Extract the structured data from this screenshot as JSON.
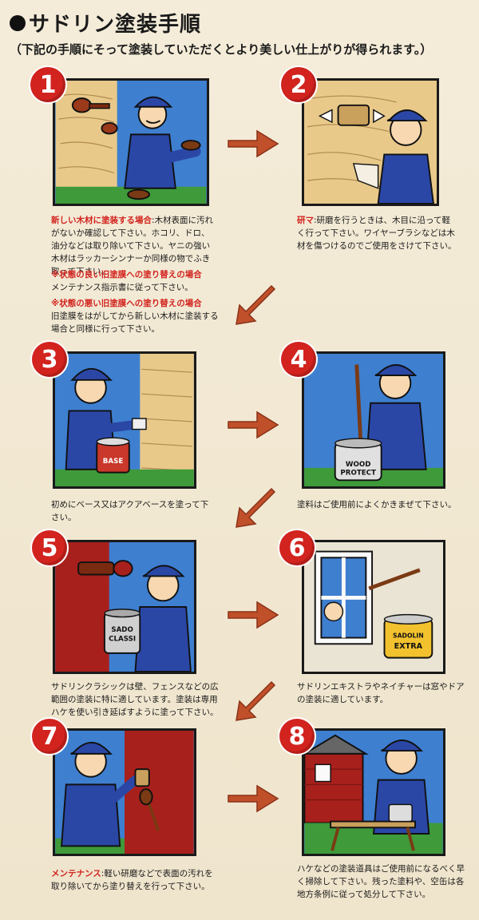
{
  "header": {
    "title": "サドリン塗装手順",
    "subtitle": "（下記の手順にそって塗装していただくとより美しい仕上がりが得られます。）"
  },
  "steps": [
    {
      "number": "1",
      "highlight": "新しい木材に塗装する場合",
      "text": ":木材表面に汚れがないか確認して下さい。ホコリ、ドロ、油分などは取り除いて下さい。ヤニの強い木材はラッカーシンナーか同様の物でふき取って下さい。",
      "notes": [
        {
          "title": "※状態の良い旧塗膜への塗り替えの場合",
          "text": "メンテナンス指示書に従って下さい。"
        },
        {
          "title": "※状態の悪い旧塗膜への塗り替えの場合",
          "text": "旧塗膜をはがしてから新しい木材に塗装する場合と同様に行って下さい。"
        }
      ]
    },
    {
      "number": "2",
      "highlight": "研マ",
      "text": ":研磨を行うときは、木目に沿って軽く行って下さい。ワイヤーブラシなどは木材を傷つけるのでご使用をさけて下さい。"
    },
    {
      "number": "3",
      "text": "初めにベース又はアクアベースを塗って下さい。",
      "can_label": "BASE"
    },
    {
      "number": "4",
      "text": "塗料はご使用前によくかきまぜて下さい。",
      "can_label_1": "WOOD",
      "can_label_2": "PROTECT"
    },
    {
      "number": "5",
      "text": "サドリンクラシックは壁、フェンスなどの広範囲の塗装に特に適しています。塗装は専用ハケを使い引き延ばすように塗って下さい。",
      "can_label_1": "SADO",
      "can_label_2": "CLASSI"
    },
    {
      "number": "6",
      "text": "サドリンエキストラやネイチャーは窓やドアの塗装に適しています。",
      "can_label_1": "SADOLIN",
      "can_label_2": "EXTRA"
    },
    {
      "number": "7",
      "highlight": "メンテナンス",
      "text": ":軽い研磨などで表面の汚れを取り除いてから塗り替えを行って下さい。"
    },
    {
      "number": "8",
      "text": "ハケなどの塗装道具はご使用前になるべく早く掃除して下さい。残った塗料や、空缶は各地方条例に従って処分して下さい。"
    }
  ],
  "colors": {
    "badge": "#d2231e",
    "highlight": "#d2231e",
    "arrow": "#c0502a",
    "sky": "#3e7fd0",
    "wood": "#e8c98a",
    "wall_red": "#a8201c",
    "grass": "#3f9a3a",
    "shirt": "#2b47a6"
  }
}
